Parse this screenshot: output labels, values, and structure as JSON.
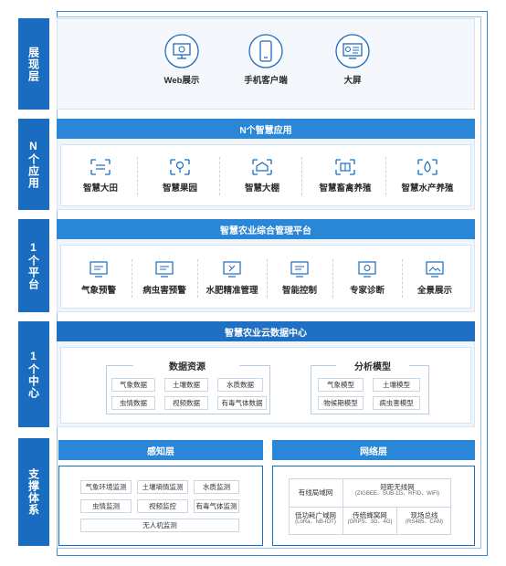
{
  "layers": {
    "display": "展现层",
    "app": "N个应用",
    "platform": "1个平台",
    "center": "1个中心",
    "support": "支撑体系"
  },
  "display": {
    "items": [
      {
        "label": "Web展示",
        "icon": "monitor-icon"
      },
      {
        "label": "手机客户端",
        "icon": "phone-icon"
      },
      {
        "label": "大屏",
        "icon": "big-screen-icon"
      }
    ]
  },
  "apps": {
    "title": "N个智慧应用",
    "items": [
      {
        "label": "智慧大田",
        "icon": "field-icon"
      },
      {
        "label": "智慧果园",
        "icon": "orchard-icon"
      },
      {
        "label": "智慧大棚",
        "icon": "greenhouse-icon"
      },
      {
        "label": "智慧畜禽养殖",
        "icon": "livestock-icon"
      },
      {
        "label": "智慧水产养殖",
        "icon": "aquaculture-icon"
      }
    ]
  },
  "platform": {
    "title": "智慧农业综合管理平台",
    "items": [
      {
        "label": "气象预警",
        "icon": "weather-icon"
      },
      {
        "label": "病虫害预警",
        "icon": "pest-icon"
      },
      {
        "label": "水肥精准管理",
        "icon": "fertilizer-icon"
      },
      {
        "label": "智能控制",
        "icon": "control-icon"
      },
      {
        "label": "专家诊断",
        "icon": "expert-icon"
      },
      {
        "label": "全景展示",
        "icon": "panorama-icon"
      }
    ]
  },
  "center": {
    "title": "智慧农业云数据中心",
    "resources": {
      "title": "数据资源",
      "items": [
        "气象数据",
        "土壤数据",
        "水质数据",
        "虫情数据",
        "视频数据",
        "有毒气体数据"
      ]
    },
    "models": {
      "title": "分析模型",
      "items": [
        "气象模型",
        "土壤模型",
        "物候期模型",
        "病虫害模型"
      ]
    }
  },
  "support": {
    "sensing": {
      "title": "感知层",
      "items": [
        "气象环境监测",
        "土壤墒情监测",
        "水质监测",
        "虫情监测",
        "视频监控",
        "有毒气体监测",
        "无人机监测"
      ]
    },
    "network": {
      "title": "网络层",
      "items": [
        {
          "name": "有线局域网",
          "sub": ""
        },
        {
          "name": "短距无线网",
          "sub": "(ZIGBEE、SUB-1G、RFID、WiFi)"
        },
        {
          "name": "低功耗广域网",
          "sub": "(LoRa、NB-IOT)"
        },
        {
          "name": "传统蜂窝网",
          "sub": "(GRPS、3G、4G)"
        },
        {
          "name": "现场总线",
          "sub": "(RS485、CAN)"
        }
      ]
    }
  },
  "colors": {
    "primary": "#1a6cc0",
    "band": "#2a86d6",
    "bg": "#eef5fc"
  }
}
